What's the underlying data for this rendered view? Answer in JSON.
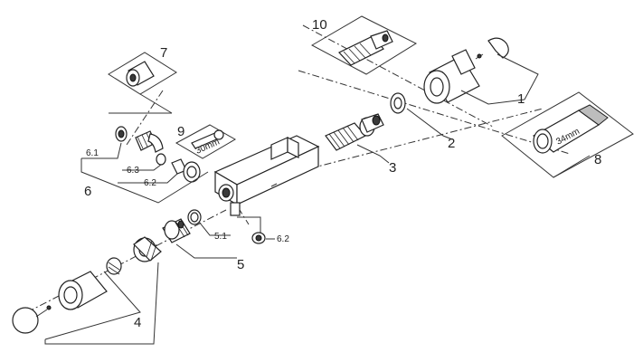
{
  "labels": {
    "p1": "1",
    "p2": "2",
    "p3": "3",
    "p4": "4",
    "p5": "5",
    "p51": "5.1",
    "p6": "6",
    "p61": "6.1",
    "p62a": "6.2",
    "p62b": "6.2",
    "p63": "6.3",
    "p7": "7",
    "p8": "8",
    "p9": "9",
    "p10": "10",
    "size8": "34mm",
    "size9": "30mm"
  },
  "colors": {
    "line": "#333333",
    "part_fill": "#ffffff",
    "dark_fill": "#3a3a3a"
  }
}
